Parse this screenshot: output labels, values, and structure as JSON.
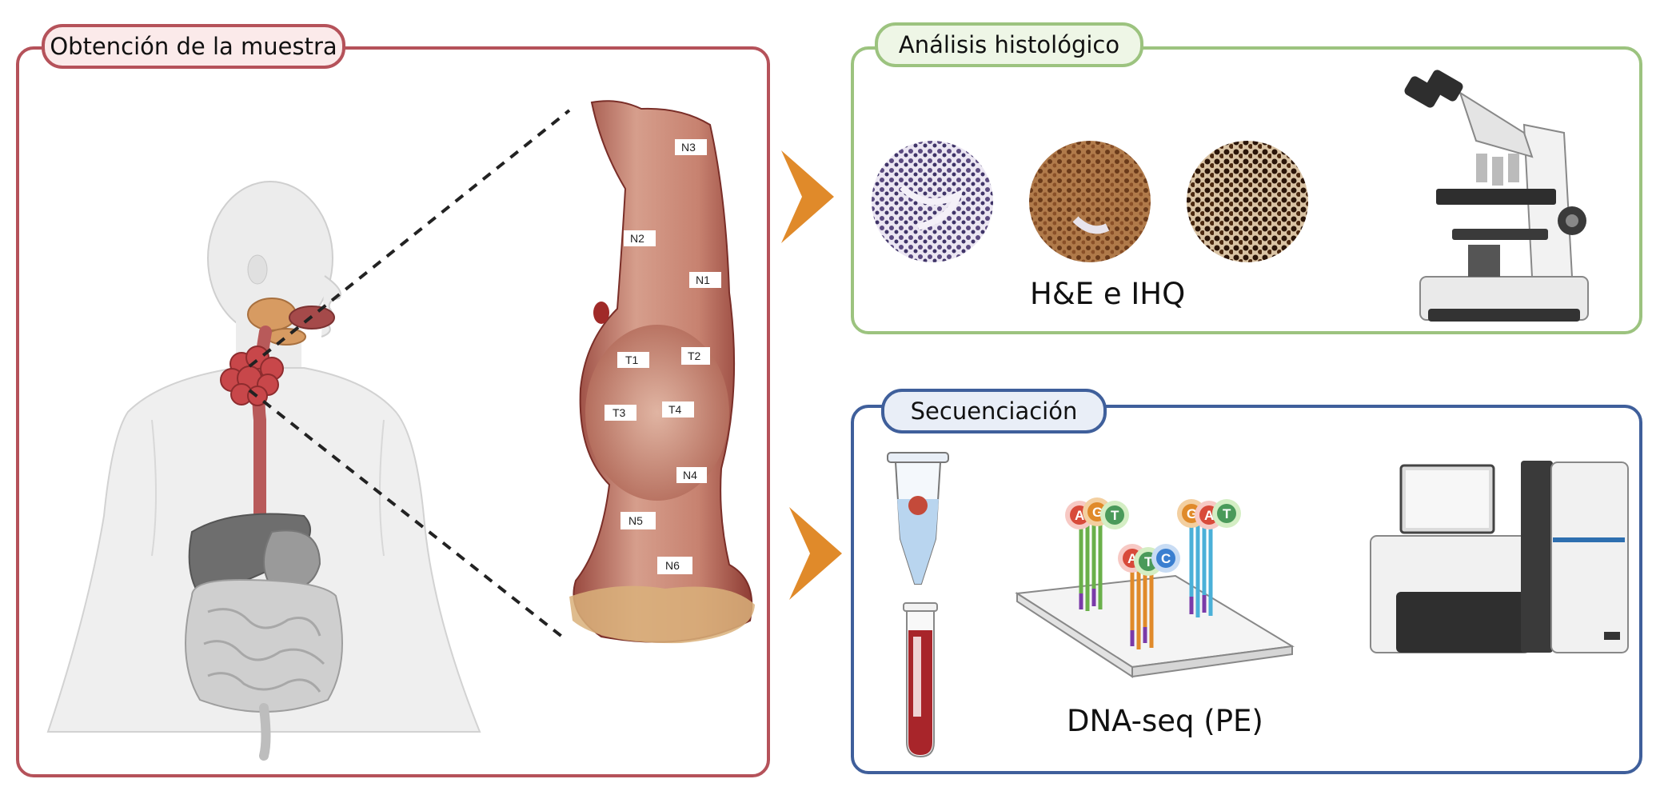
{
  "panels": {
    "sample": {
      "title": "Obtención de la muestra",
      "color": "#b5525a",
      "fill": "#fbeaea"
    },
    "histology": {
      "title": "Análisis histológico",
      "color": "#9cc37f",
      "fill": "#eef6e6",
      "caption": "H&E e IHQ"
    },
    "sequencing": {
      "title": "Secuenciación",
      "color": "#3f5f9b",
      "fill": "#e9eef7",
      "caption": "DNA-seq (PE)"
    }
  },
  "specimen_labels": [
    "N3",
    "N2",
    "N1",
    "T1",
    "T2",
    "T3",
    "T4",
    "N4",
    "N5",
    "N6"
  ],
  "bases": {
    "cluster1": [
      "A",
      "G",
      "T"
    ],
    "cluster2": [
      "A",
      "T",
      "C"
    ],
    "cluster3": [
      "G",
      "A",
      "T"
    ]
  },
  "colors": {
    "arrow": "#e08a2a",
    "base_A": "#d84a3a",
    "base_G": "#5aa84a",
    "base_T": "#4a9a5a",
    "base_C": "#3a7fd0"
  }
}
